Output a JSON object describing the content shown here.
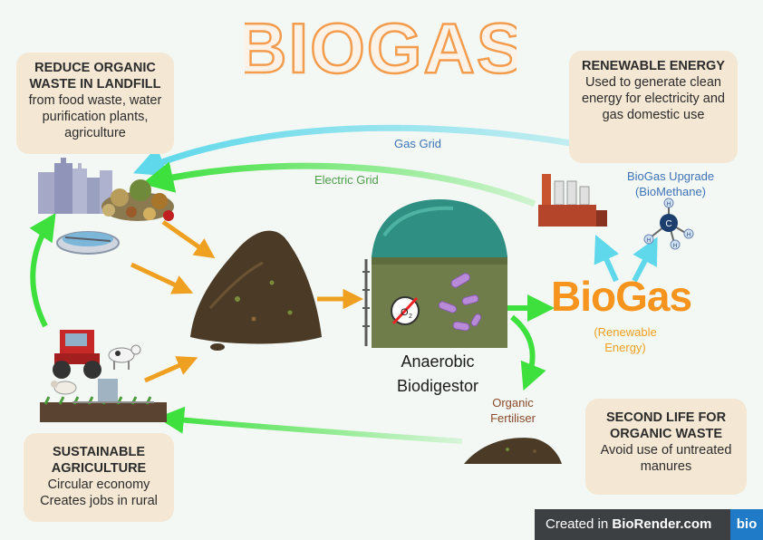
{
  "title": "BIOGAS",
  "cards": {
    "landfill": {
      "heading": "REDUCE ORGANIC WASTE IN LANDFILL",
      "body": "from food waste, water purification plants, agriculture"
    },
    "renewable": {
      "heading": "RENEWABLE ENERGY",
      "body": "Used to generate clean energy for electricity and gas domestic use"
    },
    "second_life": {
      "heading": "SECOND LIFE FOR ORGANIC WASTE",
      "body": "Avoid use of untreated manures"
    },
    "agriculture": {
      "heading": "SUSTAINABLE AGRICULTURE",
      "body_lines": [
        "Circular economy",
        "Creates jobs in rural"
      ]
    }
  },
  "labels": {
    "gas_grid": "Gas Grid",
    "electric_grid": "Electric Grid",
    "upgrade_line1": "BioGas Upgrade",
    "upgrade_line2": "(BioMethane)",
    "biogas": "BioGas",
    "renewable_line1": "(Renewable",
    "renewable_line2": "Energy)",
    "digester_line1": "Anaerobic",
    "digester_line2": "Biodigestor",
    "fertiliser_line1": "Organic",
    "fertiliser_line2": "Fertiliser",
    "oxygen_symbol": "O",
    "oxygen_sub": "2",
    "carbon_atom": "C",
    "hydrogen_atom": "H"
  },
  "icons": [
    "city-icon",
    "food-waste-icon",
    "water-treatment-icon",
    "compost-pile-icon",
    "biodigester-icon",
    "no-oxygen-icon",
    "bacteria-icon",
    "factory-icon",
    "methane-molecule-icon",
    "tractor-icon",
    "cow-icon",
    "sheep-icon",
    "crop-field-icon",
    "fertiliser-pile-icon"
  ],
  "colors": {
    "title_outline": "#f39c4d",
    "biogas_orange": "#f7941d",
    "gas_grid_blue": "#3f73b8",
    "electric_green": "#4d9d49",
    "arrow_green": "#3ee03e",
    "arrow_cyan": "#5ed8ea",
    "arrow_orange": "#f0a020",
    "fertiliser_brown": "#8a4a2a",
    "card_bg": "#f4e7d3"
  },
  "credit": {
    "prefix": "Created in ",
    "brand": "BioRender.com",
    "logo": "bio"
  }
}
